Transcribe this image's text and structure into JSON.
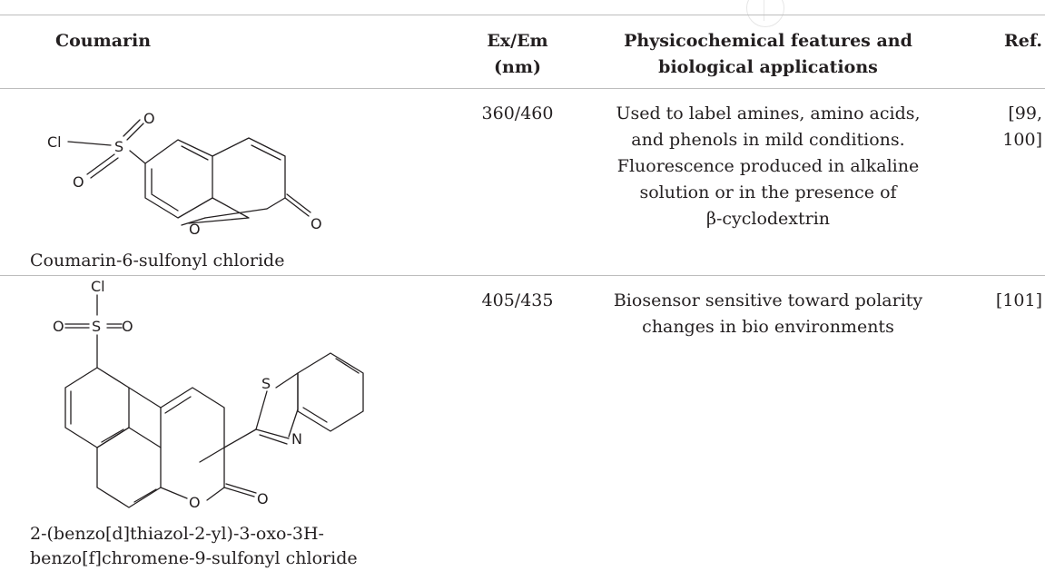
{
  "header": {
    "col_coumarin": "Coumarin",
    "col_exem_line1": "Ex/Em",
    "col_exem_line2": "(nm)",
    "col_features_line1": "Physicochemical features and",
    "col_features_line2": "biological applications",
    "col_ref": "Ref."
  },
  "rows": [
    {
      "name": "Coumarin-6-sulfonyl chloride",
      "exem": "360/460",
      "features": [
        "Used to label amines, amino acids,",
        "and phenols in mild conditions.",
        "Fluorescence produced in alkaline",
        "solution or in the presence of",
        "β-cyclodextrin"
      ],
      "ref": [
        "[99,",
        "100]"
      ],
      "atoms": {
        "cl": "Cl",
        "s": "S",
        "o": "O"
      }
    },
    {
      "name_line1": "2-(benzo[d]thiazol-2-yl)-3-oxo-3H-",
      "name_line2": "benzo[f]chromene-9-sulfonyl chloride",
      "exem": "405/435",
      "features": [
        "Biosensor sensitive toward polarity",
        "changes in bio environments"
      ],
      "ref": [
        "[101]"
      ],
      "atoms": {
        "cl": "Cl",
        "s": "S",
        "o": "O",
        "n": "N"
      }
    }
  ]
}
